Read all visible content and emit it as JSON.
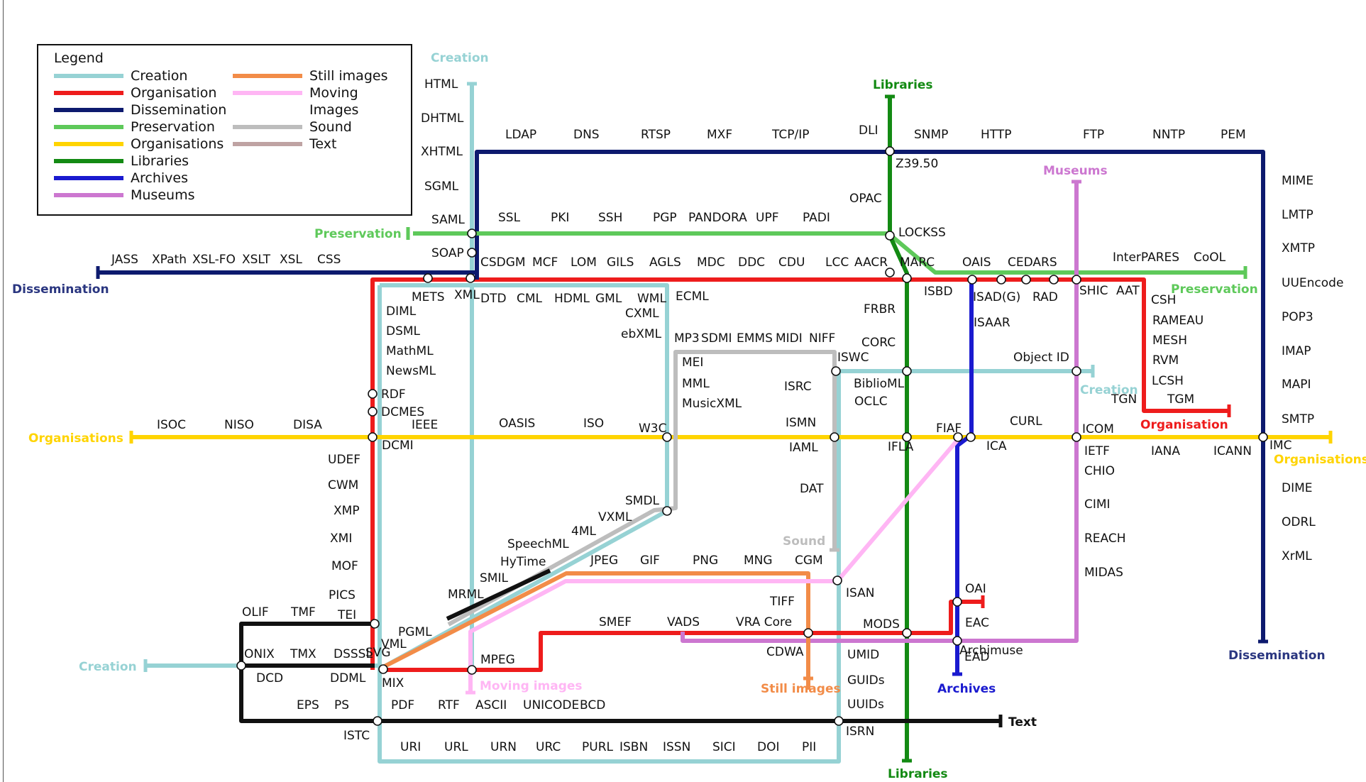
{
  "legend": {
    "title": "Legend",
    "items": [
      {
        "label": "Creation",
        "color": "#96d2d4"
      },
      {
        "label": "Organisation",
        "color": "#ee1c1c"
      },
      {
        "label": "Dissemination",
        "color": "#0d1a6e"
      },
      {
        "label": "Preservation",
        "color": "#5ec95a"
      },
      {
        "label": "Organisations",
        "color": "#ffd400"
      },
      {
        "label": "Libraries",
        "color": "#138a13"
      },
      {
        "label": "Archives",
        "color": "#1a1acf"
      },
      {
        "label": "Museums",
        "color": "#cc77d0"
      },
      {
        "label": "Still images",
        "color": "#f28c48"
      },
      {
        "label": "Moving Images",
        "color": "#ffb6f4",
        "lines": [
          "Moving",
          "Images"
        ]
      },
      {
        "label": "Sound",
        "color": "#bdbdbd"
      },
      {
        "label": "Text",
        "color": "#bfa3a3"
      }
    ]
  },
  "colors": {
    "creation": "#96d2d4",
    "organisation": "#ee1c1c",
    "dissemination": "#0d1a6e",
    "preservation": "#5ec95a",
    "organisations": "#ffd400",
    "libraries": "#138a13",
    "archives": "#1a1acf",
    "museums": "#cc77d0",
    "still_images": "#f28c48",
    "moving_images": "#ffb6f4",
    "sound": "#bdbdbd",
    "text": "#000000",
    "black": "#111111"
  },
  "terminals": [
    {
      "label": "Creation",
      "color": "#96d2d4"
    },
    {
      "label": "Libraries",
      "color": "#138a13"
    },
    {
      "label": "Museums",
      "color": "#cc77d0"
    },
    {
      "label": "Preservation",
      "color": "#5ec95a"
    },
    {
      "label": "Dissemination",
      "color": "#2a3680"
    },
    {
      "label": "Preservation",
      "color": "#5ec95a"
    },
    {
      "label": "Creation",
      "color": "#96d2d4"
    },
    {
      "label": "Organisation",
      "color": "#ee1c1c"
    },
    {
      "label": "Organisations",
      "color": "#ffd400"
    },
    {
      "label": "Organisations",
      "color": "#ffd400"
    },
    {
      "label": "Sound",
      "color": "#bdbdbd"
    },
    {
      "label": "Creation",
      "color": "#96d2d4"
    },
    {
      "label": "Moving images",
      "color": "#ffb6f4"
    },
    {
      "label": "Still images",
      "color": "#f28c48"
    },
    {
      "label": "Dissemination",
      "color": "#2a3680"
    },
    {
      "label": "Archives",
      "color": "#1a1acf"
    },
    {
      "label": "Text",
      "color": "#111111"
    },
    {
      "label": "Libraries",
      "color": "#138a13"
    }
  ],
  "stations": [
    "HTML",
    "DHTML",
    "XHTML",
    "SGML",
    "SAML",
    "SOAP",
    "JASS",
    "XPath",
    "XSL-FO",
    "XSLT",
    "XSL",
    "CSS",
    "LDAP",
    "DNS",
    "RTSP",
    "MXF",
    "TCP/IP",
    "DLI",
    "SNMP",
    "HTTP",
    "FTP",
    "NNTP",
    "PEM",
    "Z39.50",
    "SSL",
    "PKI",
    "SSH",
    "PGP",
    "PANDORA",
    "UPF",
    "PADI",
    "OPAC",
    "LOCKSS",
    "CSDGM",
    "MCF",
    "LOM",
    "GILS",
    "AGLS",
    "MDC",
    "DDC",
    "CDU",
    "LCC",
    "AACR",
    "MARC",
    "OAIS",
    "CEDARS",
    "InterPARES",
    "CoOL",
    "METS",
    "XML",
    "DTD",
    "CML",
    "HDML",
    "GML",
    "WML",
    "ECML",
    "CXML",
    "ebXML",
    "DIML",
    "DSML",
    "MathML",
    "NewsML",
    "RDF",
    "DCMES",
    "DCMI",
    "MP3",
    "SDMI",
    "EMMS",
    "MIDI",
    "NIFF",
    "MEI",
    "MML",
    "MusicXML",
    "ISWC",
    "ISRC",
    "ISMN",
    "IAML",
    "DAT",
    "FRBR",
    "CORC",
    "BiblioML",
    "OCLC",
    "ISBD",
    "ISAD(G)",
    "RAD",
    "ISAAR",
    "SHIC",
    "AAT",
    "Object ID",
    "CSH",
    "RAMEAU",
    "MESH",
    "RVM",
    "LCSH",
    "TGN",
    "TGM",
    "ISOC",
    "NISO",
    "DISA",
    "IEEE",
    "OASIS",
    "ISO",
    "W3C",
    "IFLA",
    "FIAF",
    "ICA",
    "CURL",
    "ICOM",
    "IETF",
    "IANA",
    "ICANN",
    "IMC",
    "MIME",
    "LMTP",
    "XMTP",
    "UUEncode",
    "POP3",
    "IMAP",
    "MAPI",
    "SMTP",
    "DIME",
    "ODRL",
    "XrML",
    "UDEF",
    "CWM",
    "XMP",
    "XMI",
    "MOF",
    "PICS",
    "SMDL",
    "VXML",
    "4ML",
    "SpeechML",
    "HyTime",
    "SMIL",
    "MRML",
    "PGML",
    "VML",
    "SVG",
    "MIX",
    "JPEG",
    "GIF",
    "PNG",
    "MNG",
    "CGM",
    "TIFF",
    "ISAN",
    "OAI",
    "EAC",
    "EAD",
    "Archimuse",
    "CHIO",
    "CIMI",
    "REACH",
    "MIDAS",
    "OLIF",
    "TMF",
    "TEI",
    "ONIX",
    "TMX",
    "DSSSL",
    "DCD",
    "DDML",
    "SMEF",
    "VADS",
    "VRA Core",
    "MODS",
    "MPEG",
    "CDWA",
    "UMID",
    "GUIDs",
    "UUIDs",
    "EPS",
    "PS",
    "PDF",
    "RTF",
    "ASCII",
    "UNICODE",
    "BCD",
    "ISTC",
    "ISRN",
    "URI",
    "URL",
    "URN",
    "URC",
    "PURL",
    "ISBN",
    "ISSN",
    "SICI",
    "DOI",
    "PII"
  ]
}
